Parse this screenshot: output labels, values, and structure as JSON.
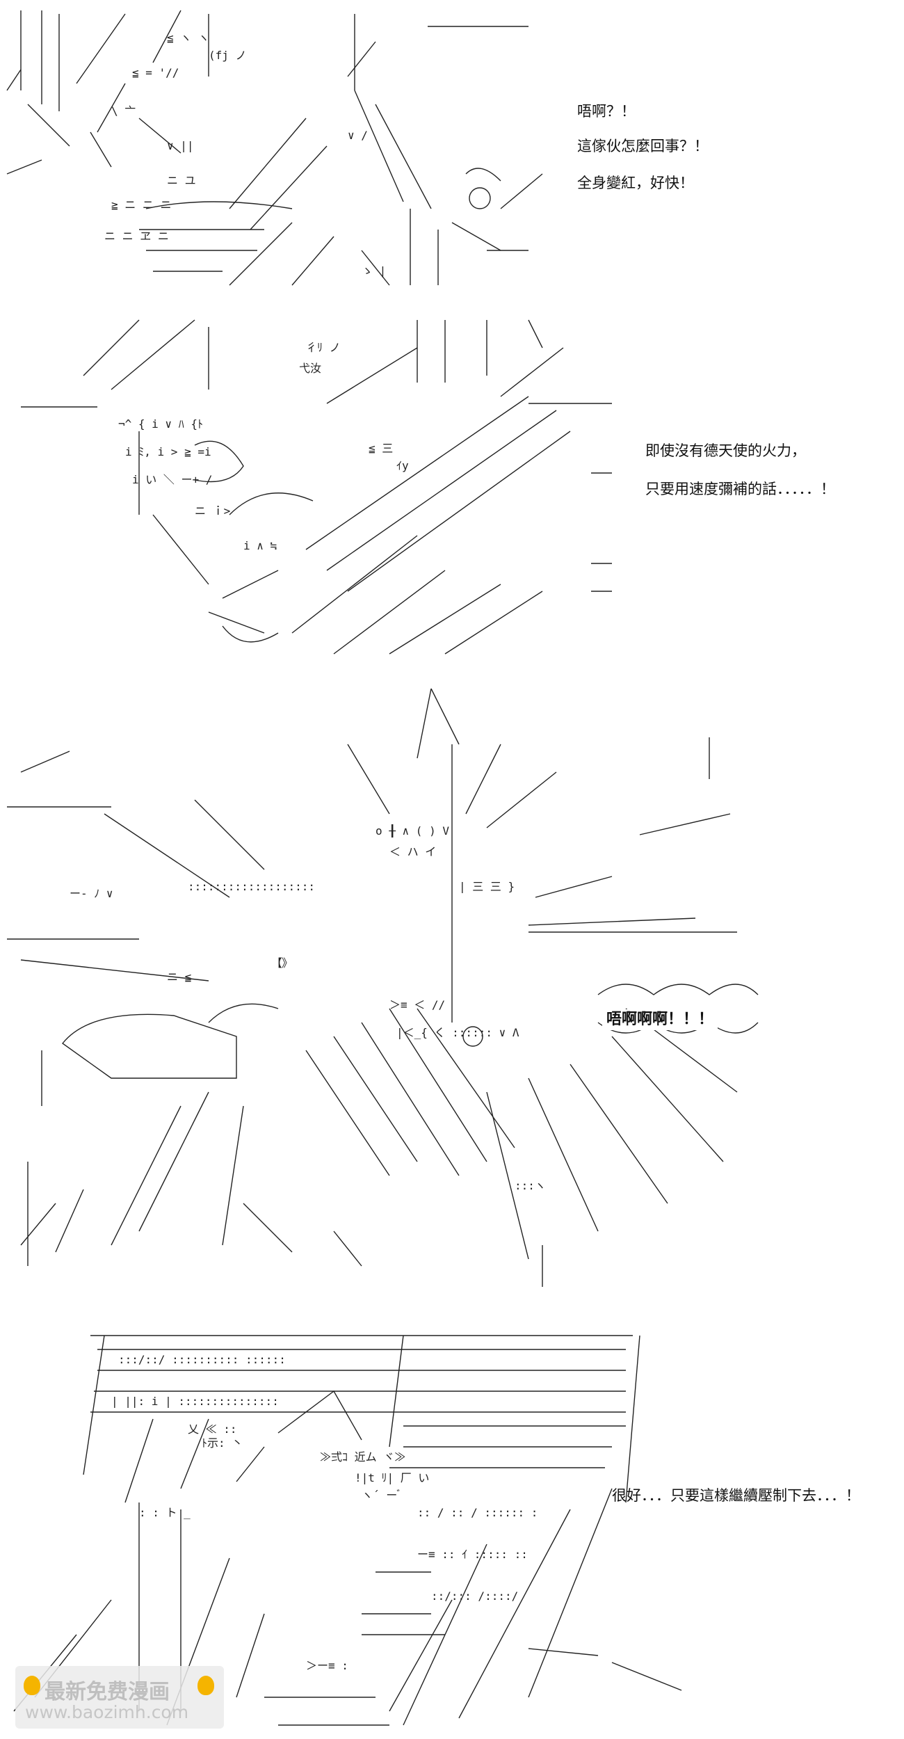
{
  "panel1": {
    "lines": [
      "唔啊？！",
      "這傢伙怎麼回事？！",
      "全身變紅，好快！"
    ]
  },
  "panel2": {
    "lines": [
      "即使沒有德天使的火力，",
      "只要用速度彌補的話．．．．．！"
    ]
  },
  "panel3": {
    "shout": "唔啊啊啊！！！"
  },
  "panel4": {
    "lines": [
      "很好．．．只要這樣繼續壓制下去．．．！"
    ]
  },
  "watermark": {
    "line1": "最新免费漫画",
    "line2": "www.baozimh.com"
  },
  "colors": {
    "ink": "#111111",
    "watermark_icon": "#f5b400"
  }
}
